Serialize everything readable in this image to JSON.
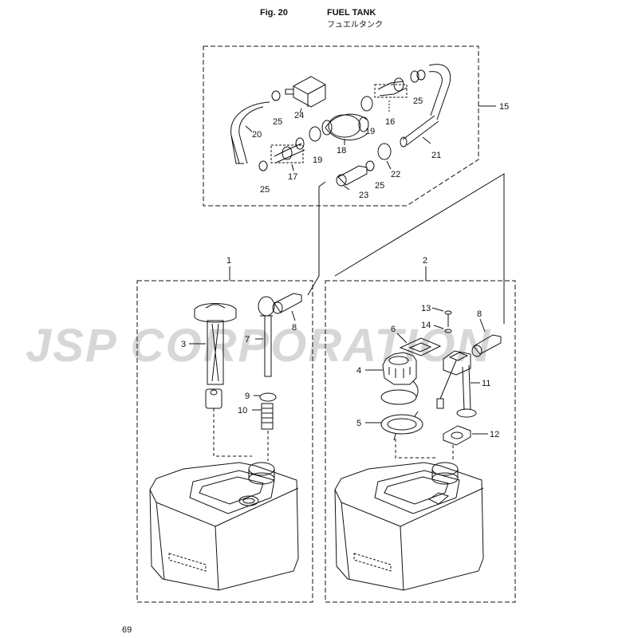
{
  "header": {
    "fig_label": "Fig. 20",
    "title": "FUEL TANK",
    "title_jp": "フュエルタンク"
  },
  "watermark": "JSP CORPORATION",
  "page_number": "69",
  "callouts": {
    "p1": "1",
    "p2": "2",
    "p3": "3",
    "p4": "4",
    "p5": "5",
    "p6": "6",
    "p7": "7",
    "p8a": "8",
    "p8b": "8",
    "p9": "9",
    "p10": "10",
    "p11": "11",
    "p12": "12",
    "p13": "13",
    "p14": "14",
    "p15": "15",
    "p16": "16",
    "p17": "17",
    "p18": "18",
    "p19a": "19",
    "p19b": "19",
    "p20": "20",
    "p21": "21",
    "p22": "22",
    "p23": "23",
    "p24": "24",
    "p25a": "25",
    "p25b": "25",
    "p25c": "25",
    "p25d": "25"
  },
  "colors": {
    "line": "#111111",
    "watermark": "#d7d7d7"
  }
}
